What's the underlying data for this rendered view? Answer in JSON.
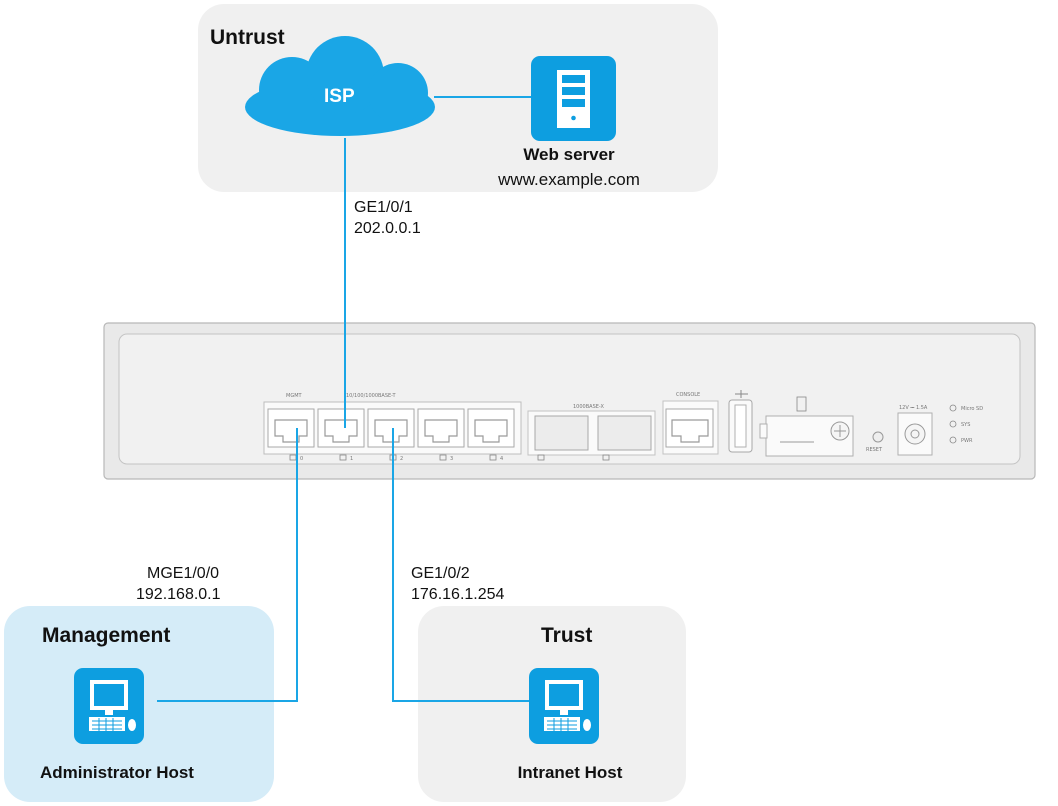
{
  "zones": {
    "untrust": "Untrust",
    "management": "Management",
    "trust": "Trust"
  },
  "isp": {
    "label": "ISP"
  },
  "web_server": {
    "name": "Web server",
    "url": "www.example.com"
  },
  "links": {
    "wan": {
      "interface": "GE1/0/1",
      "ip": "202.0.0.1"
    },
    "mgmt": {
      "interface": "MGE1/0/0",
      "ip": "192.168.0.1"
    },
    "lan": {
      "interface": "GE1/0/2",
      "ip": "176.16.1.254"
    }
  },
  "hosts": {
    "admin": "Administrator Host",
    "intranet": "Intranet Host"
  },
  "device": {
    "mgmt_port_label": "MGMT",
    "copper_ports_label": "10/100/1000BASE-T",
    "sfp_ports_label": "1000BASE-X",
    "console_label": "CONSOLE",
    "reset_label": "RESET",
    "power_label": "12V ⎓ 1.5A",
    "port_numbers": [
      "0",
      "1",
      "2",
      "3",
      "4"
    ],
    "leds": [
      "Micro SD",
      "SYS",
      "PWR"
    ]
  },
  "colors": {
    "accent": "#0d9ee0",
    "link": "#1aa6e6",
    "zone_gray": "#f0f0f0",
    "zone_blue": "#d5ecf8"
  }
}
